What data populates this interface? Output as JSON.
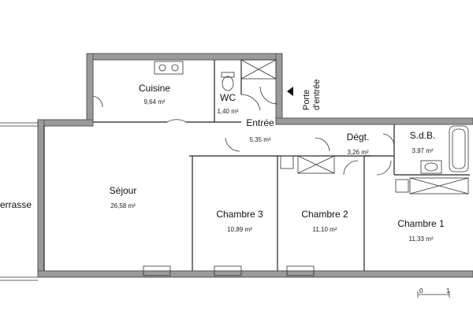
{
  "rooms": {
    "cuisine": {
      "name": "Cuisine",
      "area": "9,64 m²"
    },
    "wc": {
      "name": "WC",
      "area": "1,40 m²"
    },
    "entree": {
      "name": "Entrée",
      "area": "5,35 m²"
    },
    "degt": {
      "name": "Dégt.",
      "area": "3,26 m²"
    },
    "sdb": {
      "name": "S.d.B.",
      "area": "3,97 m²"
    },
    "sejour": {
      "name": "Séjour",
      "area": "26,58 m²"
    },
    "chambre3": {
      "name": "Chambre 3",
      "area": "10,89 m²"
    },
    "chambre2": {
      "name": "Chambre 2",
      "area": "11,10 m²"
    },
    "chambre1": {
      "name": "Chambre 1",
      "area": "11,33 m²"
    },
    "terrasse": {
      "name": "errasse"
    }
  },
  "entry": {
    "line1": "Porte",
    "line2": "d'entrée"
  },
  "scale": {
    "start": "0",
    "end": "1"
  },
  "colors": {
    "wall": "#9a9a9a",
    "line": "#222222",
    "background": "#ffffff"
  }
}
